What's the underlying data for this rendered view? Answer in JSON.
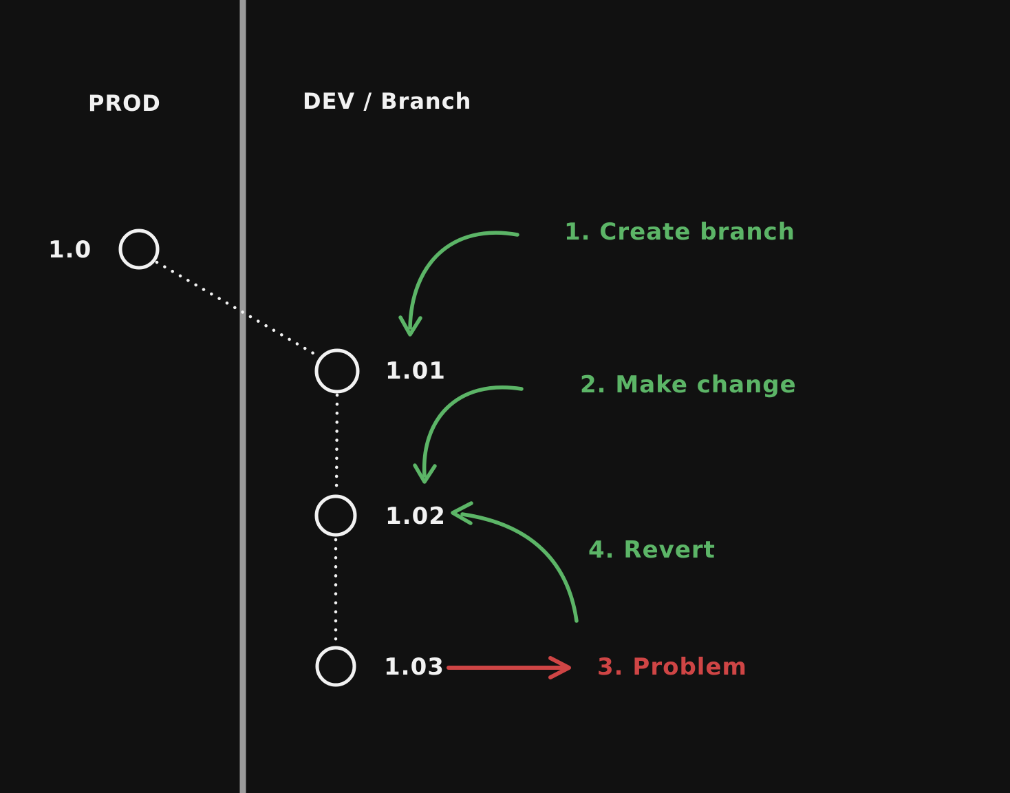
{
  "lanes": {
    "prod": "PROD",
    "dev": "DEV / Branch"
  },
  "nodes": {
    "v10": {
      "label": "1.0"
    },
    "v101": {
      "label": "1.01"
    },
    "v102": {
      "label": "1.02"
    },
    "v103": {
      "label": "1.03"
    }
  },
  "steps": {
    "create_branch": "1. Create branch",
    "make_change": "2. Make change",
    "problem": "3. Problem",
    "revert": "4. Revert"
  },
  "colors": {
    "background": "#111111",
    "green": "#5cb567",
    "red": "#cf4545",
    "white": "#f2f2f2",
    "divider": "#9a9a9a"
  }
}
